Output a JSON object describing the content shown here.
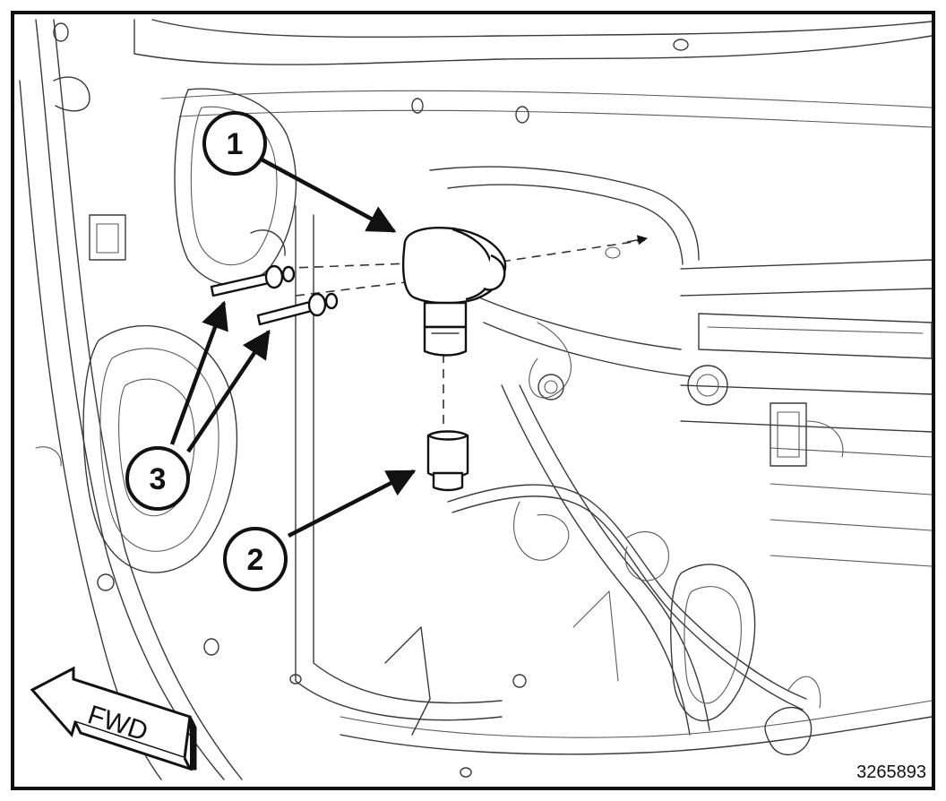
{
  "callouts": [
    {
      "id": "1",
      "label": "1"
    },
    {
      "id": "2",
      "label": "2"
    },
    {
      "id": "3",
      "label": "3"
    }
  ],
  "direction_arrow": {
    "label": "FWD",
    "icon": "arrow-left-icon"
  },
  "figure_number": "3265893",
  "colors": {
    "line": "#111111",
    "background": "#ffffff",
    "sketch": "#3a3a3a"
  }
}
